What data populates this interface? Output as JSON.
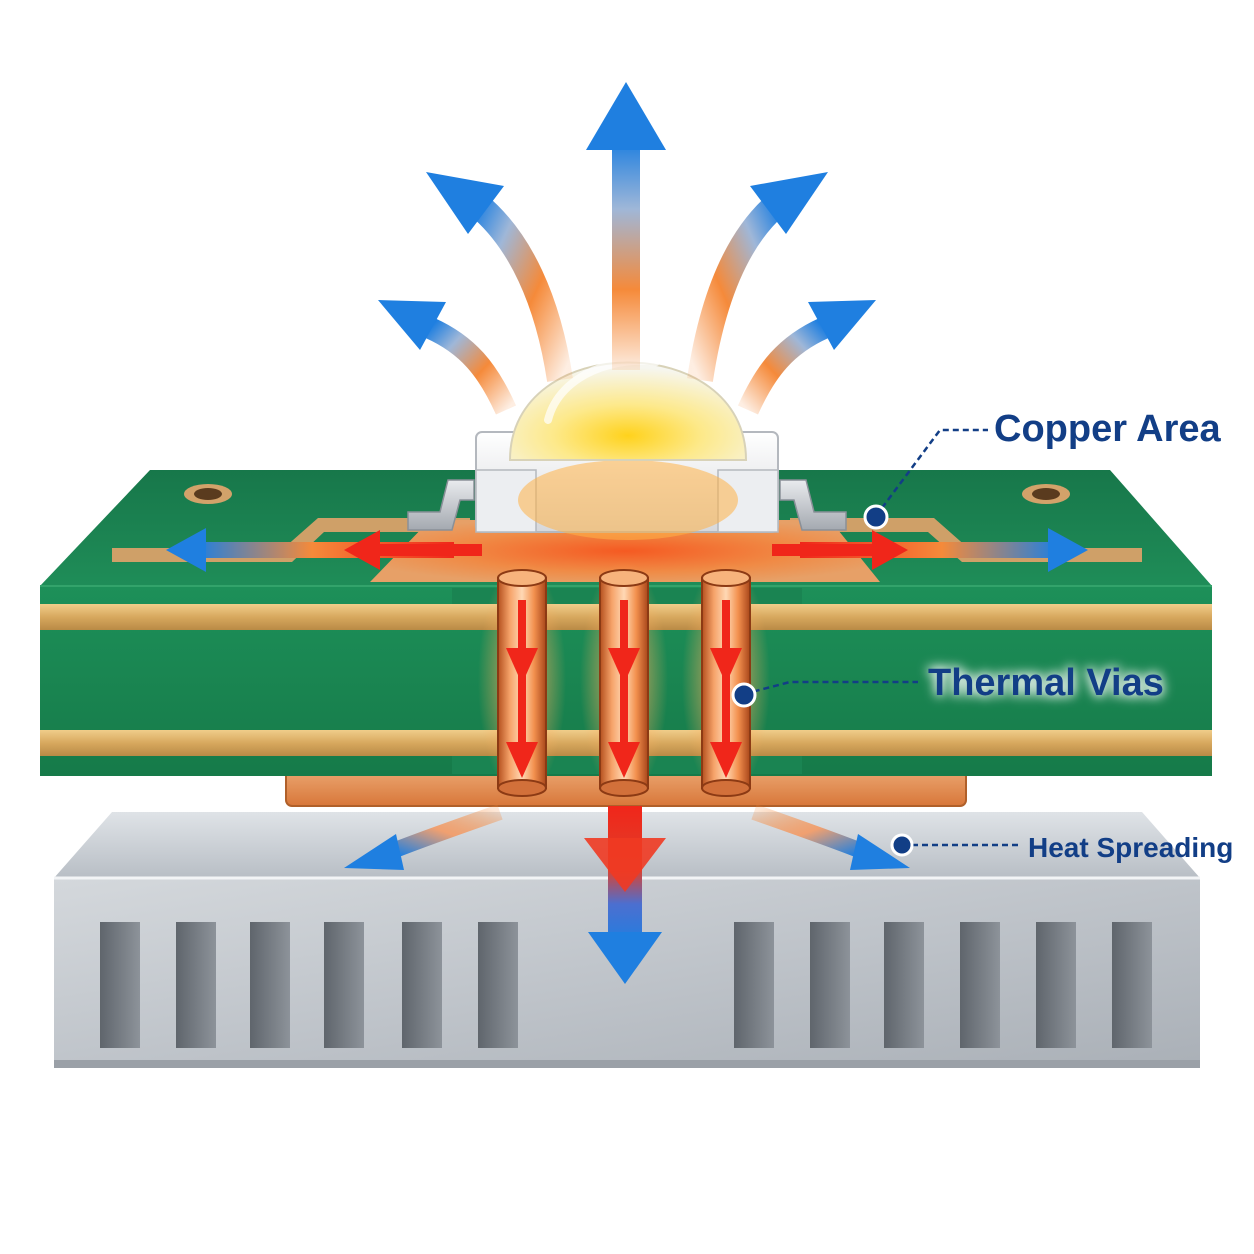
{
  "labels": {
    "copper_area": "Copper Area",
    "thermal_vias": "Thermal Vias",
    "heat_spreading": "Heat Spreading"
  },
  "colors": {
    "pcb_green": "#1e8a55",
    "pcb_green_dark": "#15673f",
    "copper": "#e08a4a",
    "copper_light": "#f3b07a",
    "prepreg_gold": "#d9b06a",
    "heatsink": "#c9ced4",
    "heatsink_dark": "#8f959c",
    "hot_red": "#f0261a",
    "hot_orange": "#f58a3a",
    "cool_blue": "#1f7fe0",
    "label_navy": "#123e86"
  },
  "icons": {
    "led": "led-dome-icon",
    "heat_arrow": "heat-flow-arrow-icon",
    "callout_dot": "callout-dot-icon"
  }
}
